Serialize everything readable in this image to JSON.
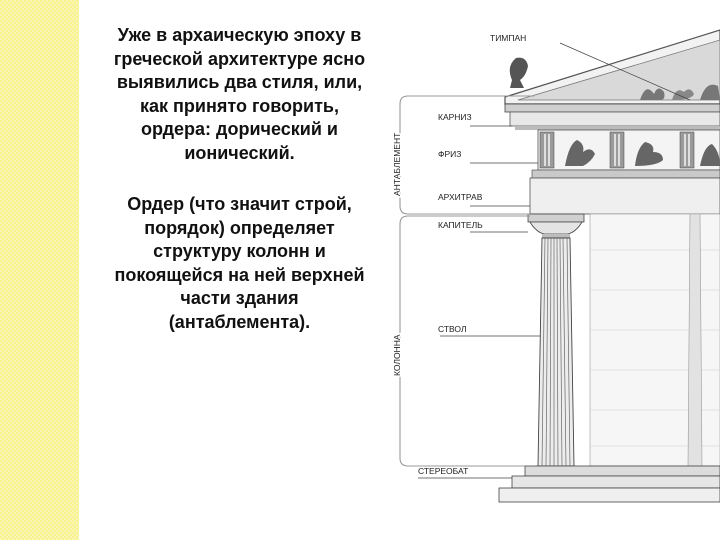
{
  "intro_text": "Уже в архаическую эпоху в\nгреческой архитектуре ясно\nвыявились два стиля, или,\nкак принято говорить,\nордера: дорический и\nионический.",
  "order_text": "Ордер (что значит строй,\nпорядок) определяет\nструктуру колонн и\nпокоящейся на ней верхней\nчасти здания\n(антаблемента).",
  "diagram": {
    "labels": {
      "tympanum": "ТИМПАН",
      "cornice": "КАРНИЗ",
      "frieze": "ФРИЗ",
      "architrave": "АРХИТРАВ",
      "capital": "КАПИТЕЛЬ",
      "shaft": "СТВОЛ",
      "stylobate": "СТЕРЕОБАТ"
    },
    "brackets": {
      "entablature": "АНТАБЛЕМЕНТ",
      "column": "КОЛОННА"
    }
  }
}
